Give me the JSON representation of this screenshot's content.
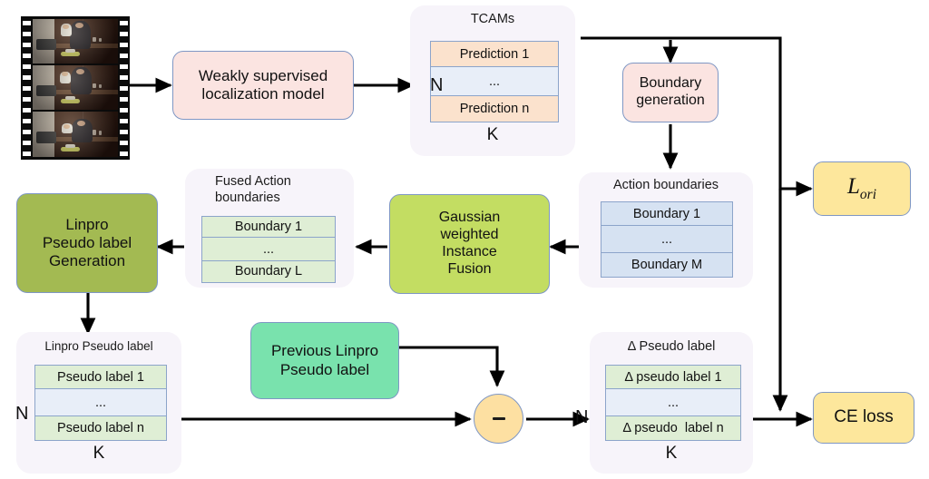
{
  "diagram": {
    "title": "Weakly supervised temporal action localization pseudo-label refinement pipeline",
    "colors": {
      "panel_bg": "#f7f4fa",
      "process_pink": "#fbe4e1",
      "process_olive": "#a3ba52",
      "process_lime": "#c3dd62",
      "process_mint": "#79e2ad",
      "loss_yellow": "#fde79c",
      "row_peach": "#fbe2cd",
      "row_pale_blue": "#e8eef8",
      "row_green": "#dfeed5",
      "row_blue": "#d6e2f2",
      "node_border": "#7f97c4",
      "arrow": "#000000"
    }
  },
  "nodes": {
    "video": {
      "label": "film-strip-video-frames"
    },
    "wsl_model": {
      "label": "Weakly supervised\nlocalization model"
    },
    "boundary_generation": {
      "label": "Boundary\ngeneration"
    },
    "gaussian_fusion": {
      "label": "Gaussian\nweighted\nInstance\nFusion"
    },
    "linpro_generation": {
      "label": "Linpro\nPseudo label\nGeneration"
    },
    "previous_linpro": {
      "label": "Previous Linpro\nPseudo label"
    },
    "minus_op": {
      "label": "-"
    },
    "l_ori": {
      "base": "L",
      "sub": "ori"
    },
    "ce_loss": {
      "label": "CE loss"
    }
  },
  "panels": {
    "tcams": {
      "title": "TCAMs",
      "dim_rows": "N",
      "dim_cols": "K",
      "rows": [
        {
          "text": "Prediction 1",
          "style": "peach"
        },
        {
          "text": "...",
          "style": "pale"
        },
        {
          "text": "Prediction n",
          "style": "peach"
        }
      ]
    },
    "action_boundaries": {
      "title": "Action boundaries",
      "rows": [
        {
          "text": "Boundary 1",
          "style": "blue"
        },
        {
          "text": "...",
          "style": "blue"
        },
        {
          "text": "Boundary M",
          "style": "blue"
        }
      ]
    },
    "fused_action_boundaries": {
      "title": "Fused Action\nboundaries",
      "rows": [
        {
          "text": "Boundary 1",
          "style": "green"
        },
        {
          "text": "...",
          "style": "green"
        },
        {
          "text": "Boundary L",
          "style": "green"
        }
      ]
    },
    "linpro_pseudo_label": {
      "title": "Linpro Pseudo label",
      "dim_rows": "N",
      "dim_cols": "K",
      "rows": [
        {
          "text": "Pseudo label 1",
          "style": "green"
        },
        {
          "text": "...",
          "style": "pale"
        },
        {
          "text": "Pseudo label n",
          "style": "green"
        }
      ]
    },
    "delta_pseudo_label": {
      "title": "Δ Pseudo label",
      "dim_rows": "N",
      "dim_cols": "K",
      "rows": [
        {
          "text": "Δ pseudo label 1",
          "style": "green"
        },
        {
          "text": "...",
          "style": "pale"
        },
        {
          "text": "Δ pseudo  label n",
          "style": "green"
        }
      ]
    }
  }
}
